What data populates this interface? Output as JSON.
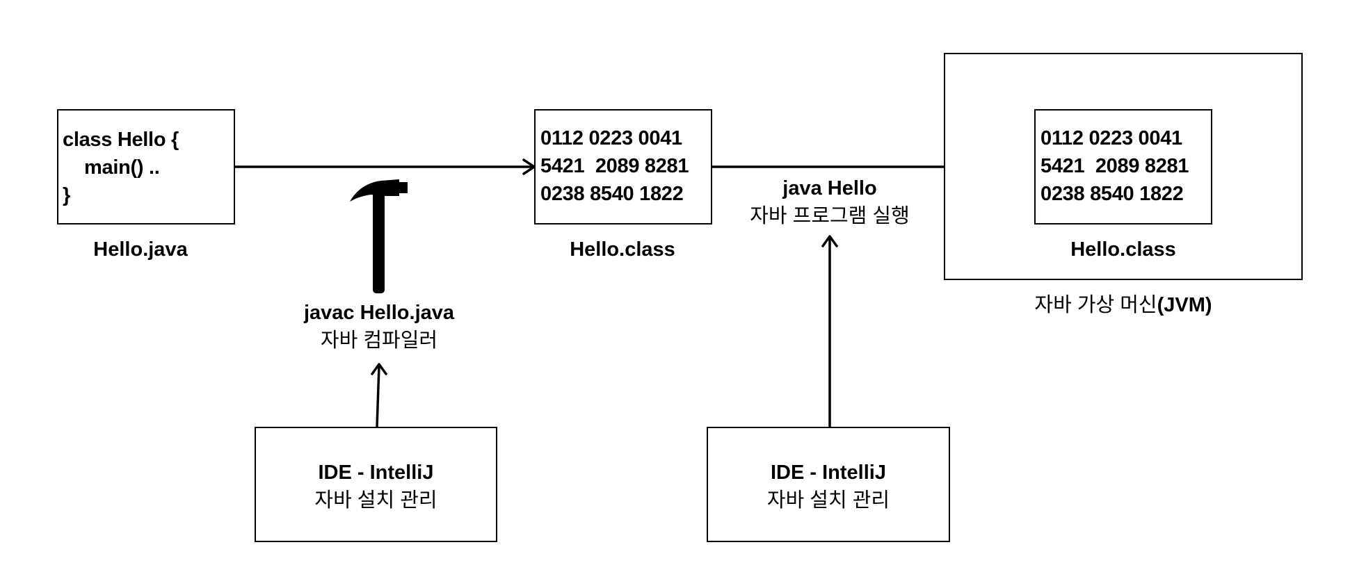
{
  "source_box": {
    "code_lines": [
      "class Hello {",
      "    main() ..",
      "}"
    ],
    "caption": "Hello.java"
  },
  "compiler": {
    "command": "javac Hello.java",
    "description": "자바 컴파일러",
    "icon": "hammer-icon"
  },
  "bytecode_box": {
    "lines": [
      "0112 0223 0041",
      "5421  2089 8281",
      "0238 8540 1822"
    ],
    "caption": "Hello.class"
  },
  "runner": {
    "command": "java Hello",
    "description": "자바 프로그램 실행"
  },
  "jvm": {
    "inner_lines": [
      "0112 0223 0041",
      "5421  2089 8281",
      "0238 8540 1822"
    ],
    "inner_caption": "Hello.class",
    "caption_prefix": "자바 가상 머신",
    "caption_suffix": "(JVM)"
  },
  "ide_left": {
    "title": "IDE - IntelliJ",
    "subtitle": "자바 설치 관리"
  },
  "ide_right": {
    "title": "IDE - IntelliJ",
    "subtitle": "자바 설치 관리"
  },
  "colors": {
    "stroke": "#000000",
    "background": "#ffffff"
  }
}
